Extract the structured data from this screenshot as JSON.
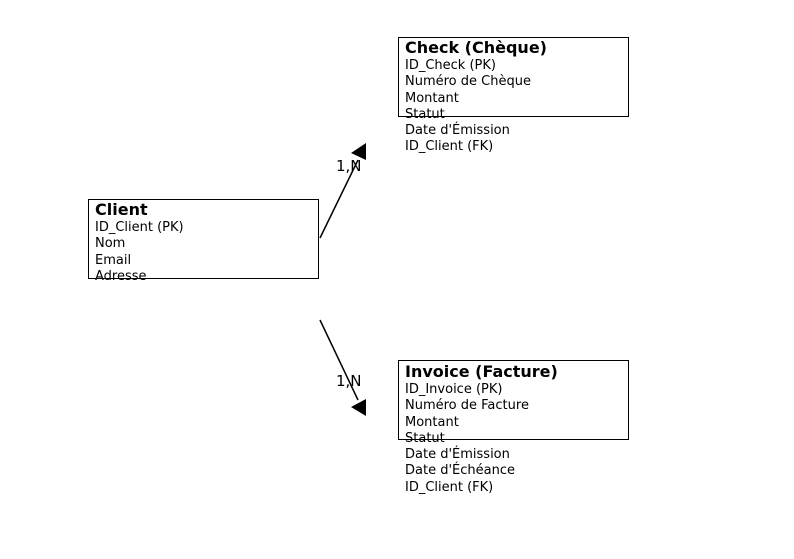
{
  "entities": {
    "client": {
      "title": "Client",
      "attributes": [
        "ID_Client (PK)",
        "Nom",
        "Email",
        "Adresse"
      ]
    },
    "check": {
      "title": "Check (Chèque)",
      "attributes": [
        "ID_Check (PK)",
        "Numéro de Chèque",
        "Montant",
        "Statut",
        "Date d'Émission",
        "ID_Client (FK)"
      ]
    },
    "invoice": {
      "title": "Invoice (Facture)",
      "attributes": [
        "ID_Invoice (PK)",
        "Numéro de Facture",
        "Montant",
        "Statut",
        "Date d'Émission",
        "Date d'Échéance",
        "ID_Client (FK)"
      ]
    }
  },
  "relationships": {
    "client_check": {
      "label": "1,N"
    },
    "client_invoice": {
      "label": "1,N"
    }
  },
  "colors": {
    "line": "#000000",
    "background": "#ffffff"
  }
}
